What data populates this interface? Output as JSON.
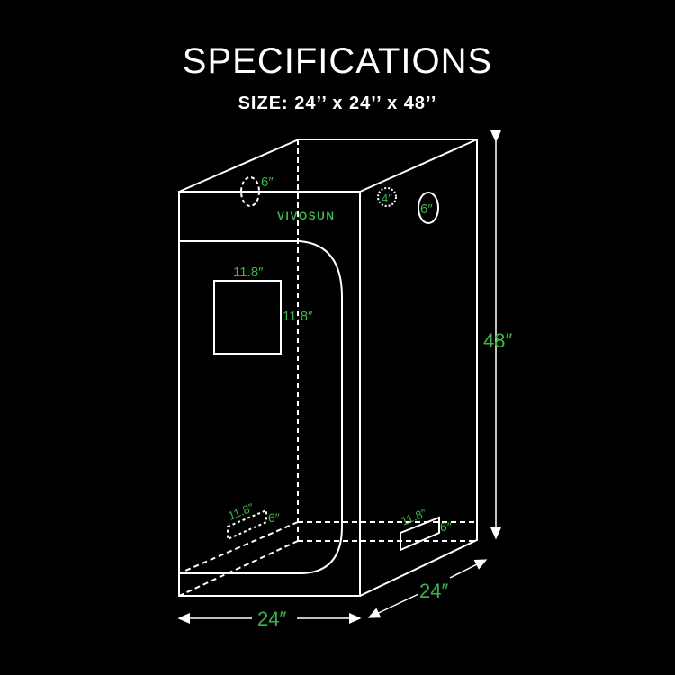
{
  "title": "SPECIFICATIONS",
  "subtitle": "SIZE: 24’’ x 24’’ x 48’’",
  "brand": "VIVOSUN",
  "colors": {
    "background": "#000000",
    "lines": "#ffffff",
    "labels": "#3cb54a"
  },
  "labels": {
    "top_vent": "6″",
    "side_vent_small": "4″",
    "side_vent_large": "6″",
    "window_width": "11.8″",
    "window_height": "11.8″",
    "front_vent_width": "11.8″",
    "front_vent_height": "6″",
    "side_bottom_vent_width": "11.8″",
    "side_bottom_vent_height": "6″",
    "height": "48″",
    "width": "24″",
    "depth": "24″"
  }
}
